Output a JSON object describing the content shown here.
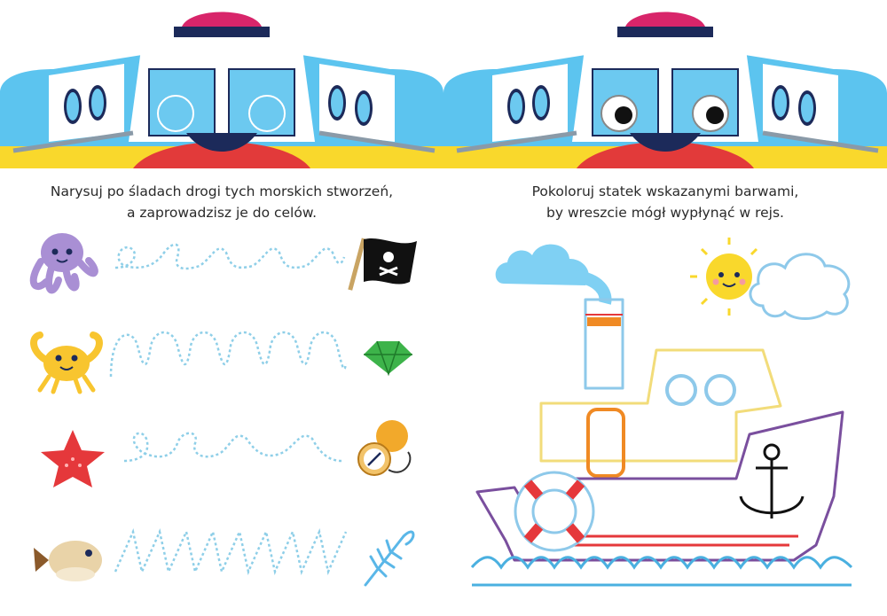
{
  "left_page": {
    "instruction_lines": [
      "Narysuj po śladach drogi tych morskich stworzeń,",
      "a zaprowadzisz je do celów."
    ],
    "rows": [
      {
        "creature": "octopus",
        "target": "pirate-flag"
      },
      {
        "creature": "crab",
        "target": "green-gem"
      },
      {
        "creature": "starfish",
        "target": "compass"
      },
      {
        "creature": "pufferfish",
        "target": "fish-skeleton"
      }
    ]
  },
  "right_page": {
    "instruction_lines": [
      "Pokoloruj statek wskazanymi barwami,",
      "by wreszcie mógł wypłynąć w rejs."
    ]
  },
  "colors": {
    "sky_blue": "#5cc4ef",
    "navy": "#1c2a5a",
    "magenta": "#d8256a",
    "yellow": "#f9d82c",
    "red": "#e23a3a",
    "dotted_trace": "#8fcfe8",
    "outline_blue": "#8ec9ea",
    "outline_orange": "#f08a24",
    "outline_yellow": "#f2dc7a",
    "outline_purple": "#7a4f9e",
    "outline_red": "#e5383b",
    "wave_blue": "#4ab0e0"
  }
}
